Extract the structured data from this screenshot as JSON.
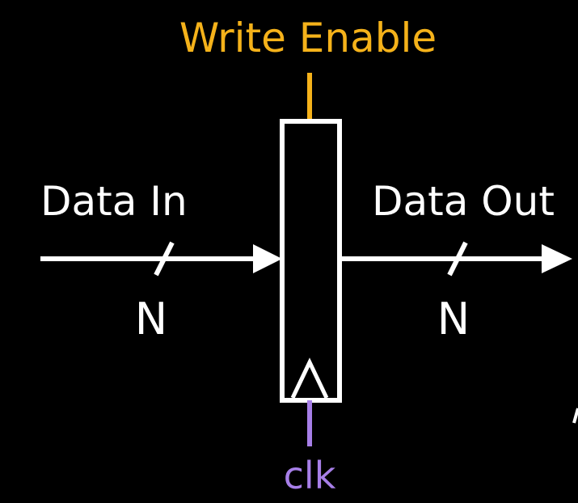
{
  "labels": {
    "write_enable": "Write Enable",
    "data_in": "Data In",
    "data_out": "Data Out",
    "width_in": "N",
    "width_out": "N",
    "clock": "clk"
  },
  "colors": {
    "background": "#000000",
    "wire": "#ffffff",
    "write_enable": "#f5b21a",
    "clock": "#a77fe8"
  }
}
